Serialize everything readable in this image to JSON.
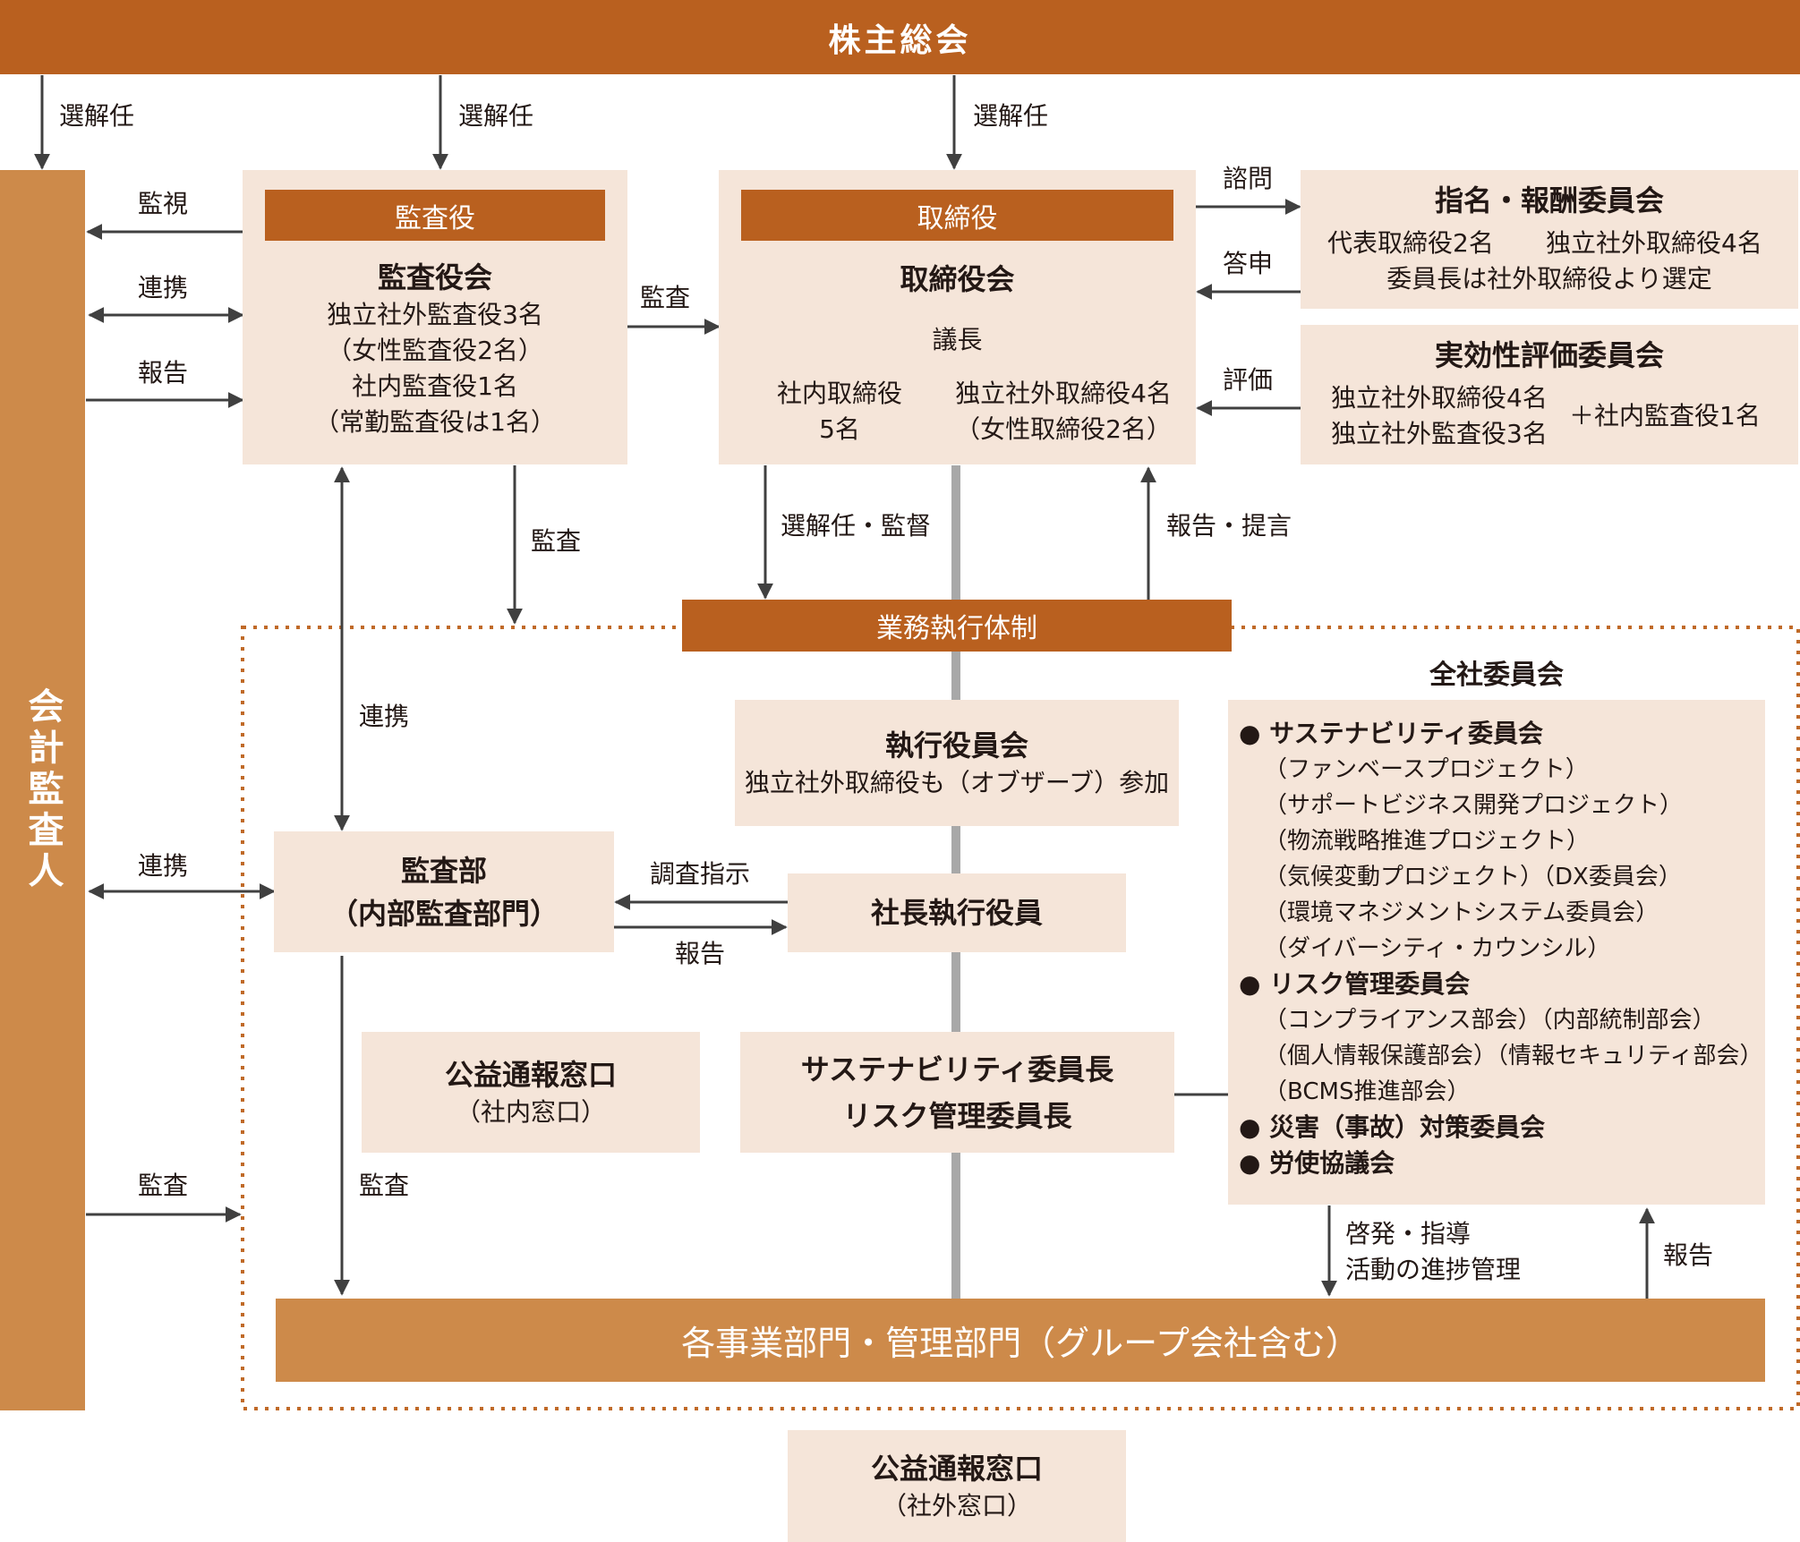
{
  "colors": {
    "dark": "#b9601f",
    "mid": "#cd8a4a",
    "light": "#f5e5d9",
    "line": "#404040",
    "gray_line": "#a8a8a8",
    "dotted": "#c06a28"
  },
  "shareholders": "株主総会",
  "accounting_auditor": "会計監査人",
  "auditors": {
    "header": "監査役",
    "title": "監査役会",
    "lines": [
      "独立社外監査役3名",
      "（女性監査役2名）",
      "社内監査役1名",
      "（常勤監査役は1名）"
    ]
  },
  "directors": {
    "header": "取締役",
    "title": "取締役会",
    "chair": "議長",
    "left_lines": [
      "社内取締役",
      "5名"
    ],
    "right_lines": [
      "独立社外取締役4名",
      "（女性取締役2名）"
    ]
  },
  "nomination": {
    "title": "指名・報酬委員会",
    "line1a": "代表取締役2名",
    "line1b": "独立社外取締役4名",
    "line2": "委員長は社外取締役より選定"
  },
  "effectiveness": {
    "title": "実効性評価委員会",
    "lines": [
      "独立社外取締役4名",
      "独立社外監査役3名"
    ],
    "extra": "＋社内監査役1名"
  },
  "execution_system": "業務執行体制",
  "exec_committee": {
    "title": "執行役員会",
    "sub": "独立社外取締役も（オブザーブ）参加"
  },
  "president": "社長執行役員",
  "audit_dept": {
    "lines": [
      "監査部",
      "（内部監査部門）"
    ]
  },
  "whistle_internal": {
    "title": "公益通報窓口",
    "sub": "（社内窓口）"
  },
  "whistle_external": {
    "title": "公益通報窓口",
    "sub": "（社外窓口）"
  },
  "chairs": {
    "lines": [
      "サステナビリティ委員長",
      "リスク管理委員長"
    ]
  },
  "company_committees": {
    "heading": "全社委員会",
    "items": [
      {
        "bullet": "● サステナビリティ委員会",
        "subs": [
          "（ファンベースプロジェクト）",
          "（サポートビジネス開発プロジェクト）",
          "（物流戦略推進プロジェクト）",
          "（気候変動プロジェクト）（DX委員会）",
          "（環境マネジメントシステム委員会）",
          "（ダイバーシティ・カウンシル）"
        ]
      },
      {
        "bullet": "● リスク管理委員会",
        "subs": [
          "（コンプライアンス部会）（内部統制部会）",
          "（個人情報保護部会）（情報セキュリティ部会）",
          "（BCMS推進部会）"
        ]
      },
      {
        "bullet": "● 災害（事故）対策委員会",
        "subs": []
      },
      {
        "bullet": "● 労使協議会",
        "subs": []
      }
    ]
  },
  "business_units": "各事業部門・管理部門（グループ会社含む）",
  "labels": {
    "elect1": "選解任",
    "elect2": "選解任",
    "elect3": "選解任",
    "monitor": "監視",
    "coop1": "連携",
    "report1": "報告",
    "audit_to_board": "監査",
    "consult": "諮問",
    "reply": "答申",
    "evaluate": "評価",
    "audit_down": "監査",
    "elect_supervise": "選解任・監督",
    "report_propose": "報告・提言",
    "coop2": "連携",
    "coop3": "連携",
    "investigate": "調査指示",
    "report2": "報告",
    "audit_left": "監査",
    "audit_dept_down": "監査",
    "enlighten1": "啓発・指導",
    "enlighten2": "活動の進捗管理",
    "report3": "報告"
  }
}
